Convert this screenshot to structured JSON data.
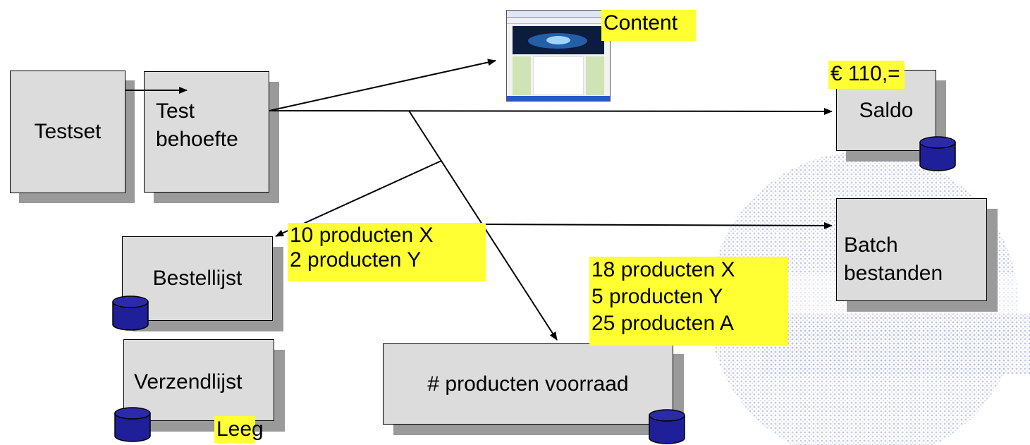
{
  "boxes": {
    "testset": "Testset",
    "testbehoefte_line1": "Test",
    "testbehoefte_line2": "behoefte",
    "bestellijst": "Bestellijst",
    "verzendlijst": "Verzendlijst",
    "voorraad": "# producten voorraad",
    "saldo": "Saldo",
    "batch_line1": "Batch",
    "batch_line2": "bestanden"
  },
  "labels": {
    "content": "Content",
    "saldo_value": "€ 110,=",
    "bestel_line1": "10 producten X",
    "bestel_line2": "2 producten Y",
    "voorraad_line1": "18 producten X",
    "voorraad_line2": "5 producten Y",
    "voorraad_line3": "25 producten A",
    "leeg": "Leeg"
  },
  "colors": {
    "highlight": "#ffff33",
    "box_fill": "#dcdcdc",
    "shadow": "#9a9a9a",
    "database": "#1f1f99",
    "watermark": "#b8bfe3"
  },
  "icons": [
    "database-icon",
    "browser-screenshot-icon",
    "watermark-logo"
  ]
}
